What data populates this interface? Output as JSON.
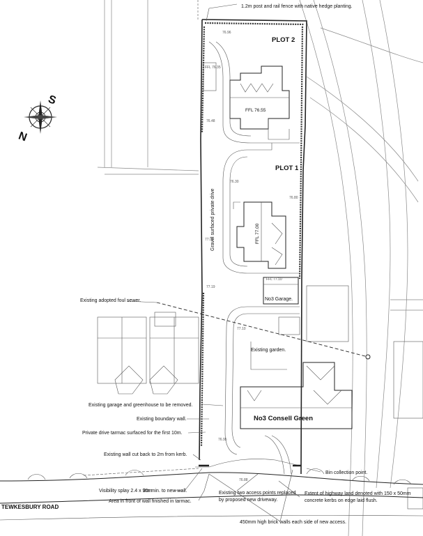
{
  "labels": {
    "fence": "1.2m post and rail fence with native hedge planting.",
    "plot2": "PLOT 2",
    "plot1": "PLOT 1",
    "ffl_plot2": "FFL 76.55",
    "ffl_plot1": "FFL 77.00",
    "ffl_garage": "FFL 77.10",
    "ffl_small": "FFL 76.35",
    "gravel_drive": "Gravel surfaced private drive",
    "garage": "No3 Garage.",
    "existing_garden": "Existing garden.",
    "house": "No3 Consell Green",
    "road": "TEWKESBURY ROAD"
  },
  "annotations": [
    "Existing adopted foul sewer.",
    "Existing garage and greenhouse to be removed.",
    "Existing boundary wall.",
    "Private drive tarmac surfaced for the first 10m.",
    "Existing wall cut back to 2m from kerb.",
    "Visibility splay 2.4 x 90m",
    "2m min. to new wall.",
    "Area in front of wall finished in tarmac.",
    "Existing two access points replaced",
    "by proposed new driveway.",
    "Bin collection point.",
    "Extent of highway land denoted with 150 x 50mm",
    "concrete kerbs on edge laid flush.",
    "450mm high brick walls each side of new access."
  ],
  "levels": [
    "76.96",
    "76.48",
    "76.30",
    "76.80",
    "77.19",
    "77.10",
    "76.95",
    "76.88",
    "77.00"
  ],
  "compass": {
    "north": "N",
    "south": "S"
  }
}
